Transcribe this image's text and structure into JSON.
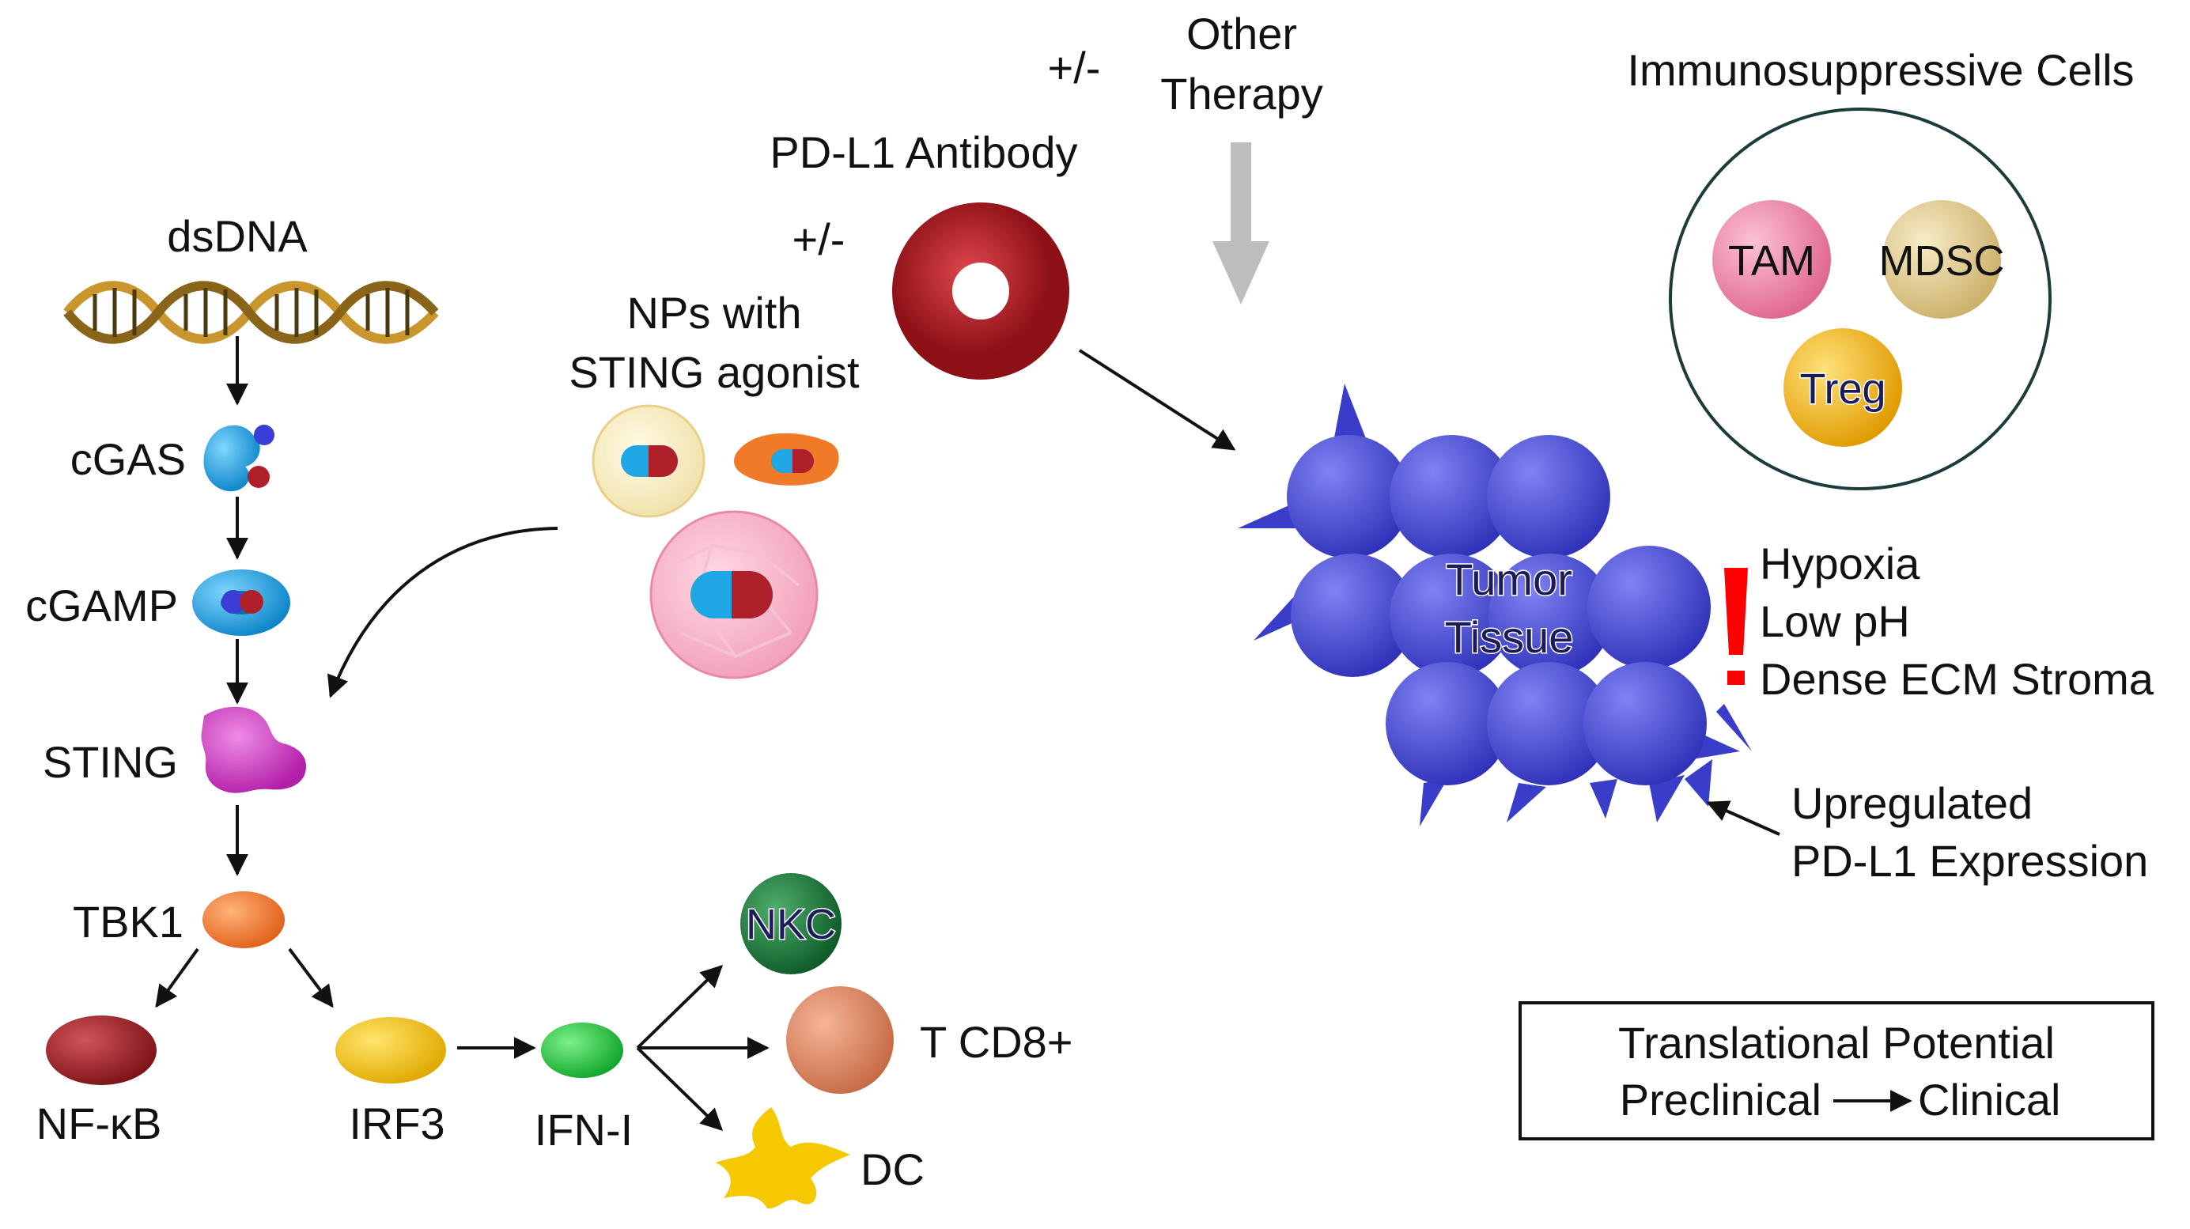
{
  "labels": {
    "dsdna": "dsDNA",
    "cgas": "cGAS",
    "cgamp": "cGAMP",
    "sting": "STING",
    "tbk1": "TBK1",
    "nfkb": "NF-κB",
    "irf3": "IRF3",
    "ifn": "IFN-I",
    "nkc": "NKC",
    "tcd8": "T CD8+",
    "dc": "DC",
    "nps_line1": "NPs with",
    "nps_line2": "STING agonist",
    "plusminus_1": "+/-",
    "plusminus_2": "+/-",
    "pdl1_antibody": "PD-L1 Antibody",
    "other_line1": "Other",
    "other_line2": "Therapy",
    "immuno_title": "Immunosuppressive Cells",
    "tam": "TAM",
    "mdsc": "MDSC",
    "treg": "Treg",
    "tumor_line1": "Tumor",
    "tumor_line2": "Tissue",
    "hypoxia": "Hypoxia",
    "low_ph": "Low pH",
    "ecm": "Dense ECM Stroma",
    "upreg_line1": "Upregulated",
    "upreg_line2": "PD-L1 Expression",
    "translational_line1": "Translational Potential",
    "preclinical": "Preclinical",
    "clinical": "Clinical"
  },
  "colors": {
    "cgas": "#1ea7e4",
    "sting": "#d23fc7",
    "tbk1": "#f07a28",
    "nfkb": "#9e1f26",
    "irf3": "#f2c400",
    "ifn": "#22c43c",
    "nkc": "#1d7b3c",
    "tcd8": "#d98560",
    "dc": "#f4c400",
    "antibody": "#b01e24",
    "tumor": "#4447d6",
    "tam": "#ef8cab",
    "mdsc": "#e6d39b",
    "treg": "#f2b800",
    "warning": "#ff0000"
  }
}
